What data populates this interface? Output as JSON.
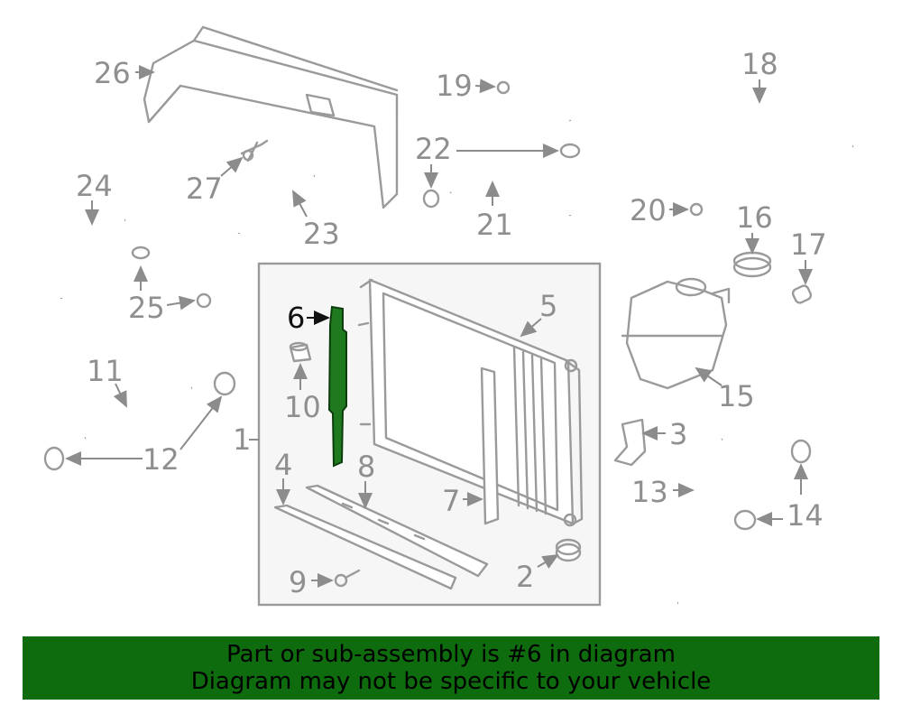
{
  "labels": [
    "1",
    "2",
    "3",
    "4",
    "5",
    "6",
    "7",
    "8",
    "9",
    "10",
    "11",
    "12",
    "13",
    "14",
    "15",
    "16",
    "17",
    "18",
    "19",
    "20",
    "21",
    "22",
    "23",
    "24",
    "25",
    "26",
    "27"
  ],
  "highlighted_part": "6",
  "highlight_color": "#1f7a1f",
  "banner": {
    "line1": "Part or sub-assembly is #6 in diagram",
    "line2": "Diagram may not be specific to your vehicle",
    "background": "#0e6b0e"
  }
}
